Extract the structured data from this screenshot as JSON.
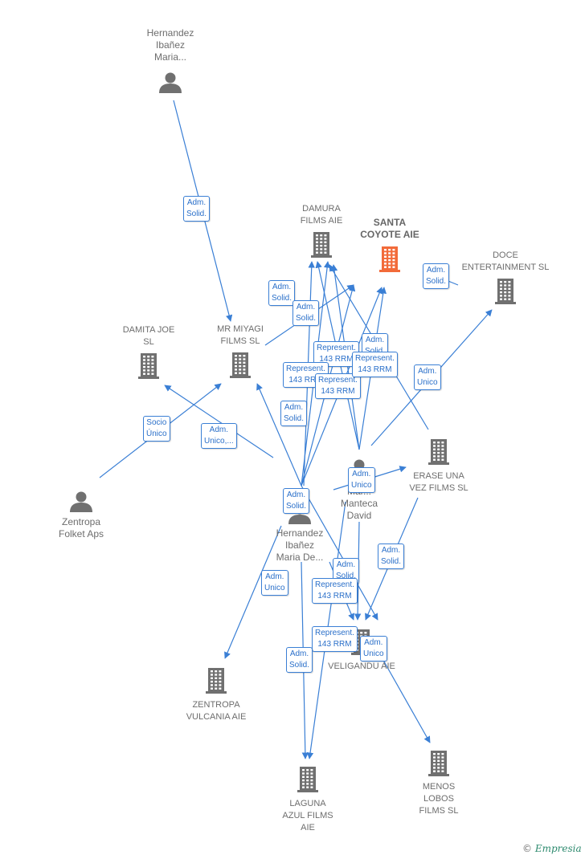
{
  "colors": {
    "edge": "#3a7fd5",
    "node": "#707070",
    "focus": "#f26b3a"
  },
  "nodes": [
    {
      "id": "hernandez_maria",
      "label": "Hernandez\nIbañez\nMaria...",
      "kind": "person",
      "icon": "person-icon"
    },
    {
      "id": "damura",
      "label": "DAMURA\nFILMS  AIE",
      "kind": "company",
      "icon": "building-icon"
    },
    {
      "id": "santa_coyote",
      "label": "SANTA\nCOYOTE  AIE",
      "kind": "focus",
      "icon": "building-icon"
    },
    {
      "id": "doce",
      "label": "DOCE\nENTERTAINMENT SL",
      "kind": "company",
      "icon": "building-icon"
    },
    {
      "id": "damita",
      "label": "DAMITA JOE\nSL",
      "kind": "company",
      "icon": "building-icon"
    },
    {
      "id": "miyagi",
      "label": "MR MIYAGI\nFILMS  SL",
      "kind": "company",
      "icon": "building-icon"
    },
    {
      "id": "zentropa_folket",
      "label": "Zentropa\nFolket Aps",
      "kind": "person",
      "icon": "person-icon"
    },
    {
      "id": "erase",
      "label": "ERASE UNA\nVEZ FILMS  SL",
      "kind": "company",
      "icon": "building-icon"
    },
    {
      "id": "manteca",
      "label": "Mar...\nManteca\nDavid",
      "kind": "person",
      "icon": "person-icon"
    },
    {
      "id": "hernandez_de",
      "label": "Hernandez\nIbañez\nMaria De...",
      "kind": "person",
      "icon": "person-icon"
    },
    {
      "id": "veligandu",
      "label": "VELIGANDU  AIE",
      "kind": "company",
      "icon": "building-icon"
    },
    {
      "id": "zentropa_vulcania",
      "label": "ZENTROPA\nVULCANIA AIE",
      "kind": "company",
      "icon": "building-icon"
    },
    {
      "id": "laguna",
      "label": "LAGUNA\nAZUL FILMS\nAIE",
      "kind": "company",
      "icon": "building-icon"
    },
    {
      "id": "menos",
      "label": "MENOS\nLOBOS\nFILMS  SL",
      "kind": "company",
      "icon": "building-icon"
    }
  ],
  "edge_labels": [
    "Adm.\nSolid.",
    "Adm.\nSolid.",
    "Adm.\nSolid.",
    "Adm.\nSolid.",
    "Represent.\n143 RRM",
    "Adm.\nSolid.",
    "Represent.\n143 RRM",
    "Represent.\n143 RRM",
    "Represent.\n143 RRM",
    "Adm.\nUnico",
    "Socio\nÚnico",
    "Adm.\nSolid.",
    "Adm.\nUnico,...",
    "Adm.\nUnico",
    "Adm.\nSolid.",
    "Adm.\nSolid.",
    "Represent.\n143 RRM",
    "Represent.\n143 RRM",
    "Adm.\nUnico",
    "Adm.\nSolid.",
    "Adm.\nSolid.",
    "Adm.\nUnico"
  ],
  "brand": {
    "copyright": "©",
    "name": "Empresia"
  }
}
